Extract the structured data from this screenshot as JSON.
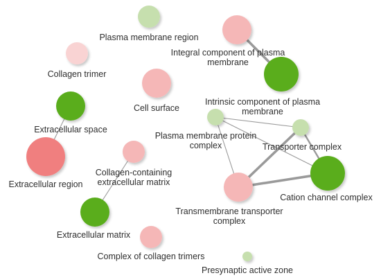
{
  "colors": {
    "background": "#ffffff",
    "red": "#f07f7f",
    "light_red": "#f5b7b7",
    "pale_red": "#f9d3d3",
    "green": "#5aad1e",
    "pale_green": "#c6dfae",
    "edge": "#9a9a9a"
  },
  "nodes": [
    {
      "id": "plasma_membrane_region",
      "label_lines": [
        "Plasma membrane region"
      ],
      "tone": "pale_green",
      "size": "medium"
    },
    {
      "id": "integral_component",
      "label_lines": [
        "Integral component of plasma",
        "membrane"
      ],
      "tone": "light_red",
      "size": "large"
    },
    {
      "id": "collagen_trimer",
      "label_lines": [
        "Collagen trimer"
      ],
      "tone": "pale_red",
      "size": "medium"
    },
    {
      "id": "intrinsic_component",
      "label_lines": [
        "Intrinsic component of plasma",
        "membrane"
      ],
      "tone": "green",
      "size": "xlarge"
    },
    {
      "id": "cell_surface",
      "label_lines": [
        "Cell surface"
      ],
      "tone": "light_red",
      "size": "large"
    },
    {
      "id": "extracellular_space",
      "label_lines": [
        "Extracellular space"
      ],
      "tone": "green",
      "size": "large"
    },
    {
      "id": "plasma_membrane_protein_complex",
      "label_lines": [
        "Plasma membrane protein",
        "complex"
      ],
      "tone": "pale_green",
      "size": "small"
    },
    {
      "id": "transporter_complex",
      "label_lines": [
        "Transporter complex"
      ],
      "tone": "pale_green",
      "size": "small"
    },
    {
      "id": "extracellular_region",
      "label_lines": [
        "Extracellular region"
      ],
      "tone": "red",
      "size": "xxlarge"
    },
    {
      "id": "collagen_containing_ecm",
      "label_lines": [
        "Collagen-containing",
        "extracellular matrix"
      ],
      "tone": "light_red",
      "size": "medium"
    },
    {
      "id": "cation_channel_complex",
      "label_lines": [
        "Cation channel complex"
      ],
      "tone": "green",
      "size": "xlarge"
    },
    {
      "id": "transmembrane_transporter_complex",
      "label_lines": [
        "Transmembrane transporter",
        "complex"
      ],
      "tone": "light_red",
      "size": "large"
    },
    {
      "id": "extracellular_matrix",
      "label_lines": [
        "Extracellular matrix"
      ],
      "tone": "green",
      "size": "large"
    },
    {
      "id": "complex_of_collagen_trimers",
      "label_lines": [
        "Complex of collagen trimers"
      ],
      "tone": "light_red",
      "size": "medium"
    },
    {
      "id": "presynaptic_active_zone",
      "label_lines": [
        "Presynaptic active zone"
      ],
      "tone": "pale_green",
      "size": "tiny"
    }
  ],
  "edges": [
    {
      "source": "integral_component",
      "target": "intrinsic_component",
      "weight": "thick"
    },
    {
      "source": "extracellular_space",
      "target": "extracellular_region",
      "weight": "thin"
    },
    {
      "source": "collagen_containing_ecm",
      "target": "extracellular_matrix",
      "weight": "thin"
    },
    {
      "source": "plasma_membrane_protein_complex",
      "target": "transporter_complex",
      "weight": "thin"
    },
    {
      "source": "plasma_membrane_protein_complex",
      "target": "cation_channel_complex",
      "weight": "thin"
    },
    {
      "source": "plasma_membrane_protein_complex",
      "target": "transmembrane_transporter_complex",
      "weight": "thin"
    },
    {
      "source": "transporter_complex",
      "target": "cation_channel_complex",
      "weight": "medium"
    },
    {
      "source": "transporter_complex",
      "target": "transmembrane_transporter_complex",
      "weight": "thick"
    },
    {
      "source": "cation_channel_complex",
      "target": "transmembrane_transporter_complex",
      "weight": "thick"
    }
  ]
}
